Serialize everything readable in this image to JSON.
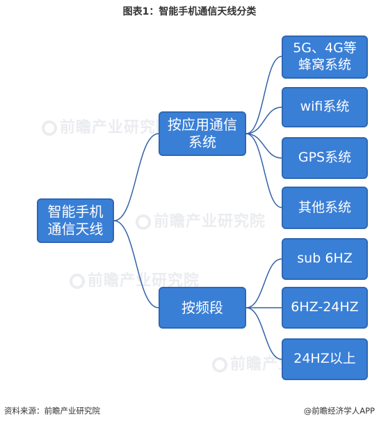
{
  "title": "图表1：智能手机通信天线分类",
  "root": "智能手机通信天线",
  "branches": [
    {
      "label": "按应用通信系统",
      "children": [
        "5G、4G等蜂窝系统",
        "wifi系统",
        "GPS系统",
        "其他系统"
      ]
    },
    {
      "label": "按频段",
      "children": [
        "sub 6HZ",
        "6HZ-24HZ",
        "24HZ以上"
      ]
    }
  ],
  "watermark": "前瞻产业研究院",
  "footer": {
    "source": "资料来源：前瞻产业研究院",
    "credit": "@前瞻经济学人APP"
  },
  "colors": {
    "node_fill": "#3a7fd6",
    "node_border": "#2d67b4",
    "connector": "#3060a6"
  }
}
